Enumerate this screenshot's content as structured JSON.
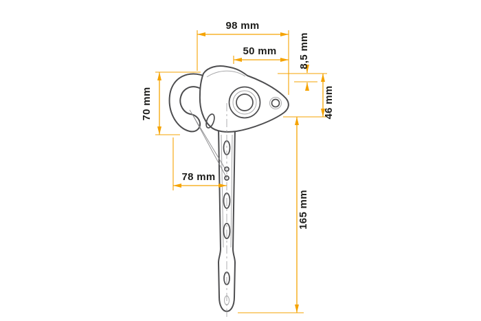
{
  "diagram": {
    "kind": "technical-drawing",
    "subject": "latch-hook-bracket",
    "units": "mm",
    "colors": {
      "dimension_lines": "#F5A300",
      "part_outline": "#4D4D4F",
      "label_text": "#1D1D1B",
      "background": "#FFFFFF"
    },
    "dimensions": {
      "total_width": {
        "label": "98 mm",
        "value": 98,
        "orientation": "horizontal"
      },
      "upper_width": {
        "label": "50 mm",
        "value": 50,
        "orientation": "horizontal"
      },
      "top_offset": {
        "label": "8,5 mm",
        "value": 8.5,
        "orientation": "vertical"
      },
      "head_height": {
        "label": "46 mm",
        "value": 46,
        "orientation": "vertical"
      },
      "hook_height": {
        "label": "70 mm",
        "value": 70,
        "orientation": "vertical"
      },
      "hook_reach": {
        "label": "78 mm",
        "value": 78,
        "orientation": "horizontal"
      },
      "total_length": {
        "label": "165 mm",
        "value": 165,
        "orientation": "vertical"
      }
    }
  }
}
